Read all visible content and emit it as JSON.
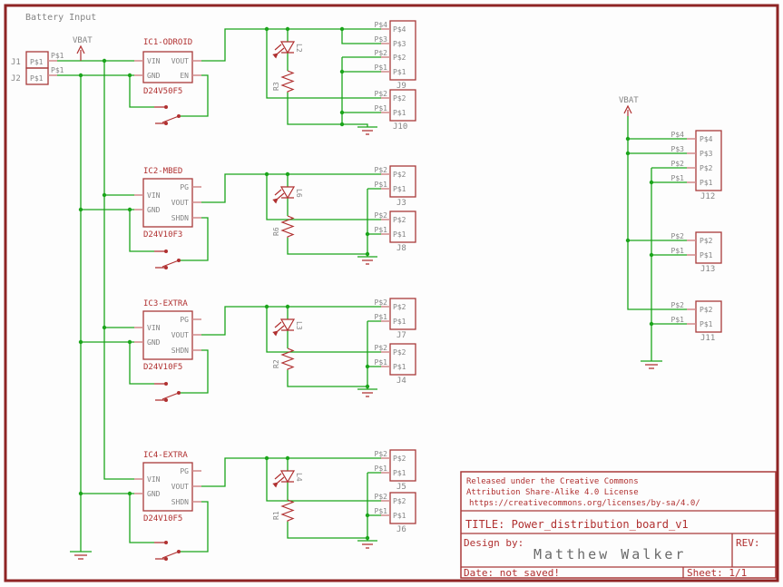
{
  "labels": {
    "battery_input": "Battery Input",
    "vbat": "VBAT"
  },
  "inputs": {
    "j1": "J1",
    "j2": "J2",
    "pin_label": "P$1"
  },
  "groups": [
    {
      "ic_name": "IC1-ODROID",
      "part": "D24V50F5",
      "pins": {
        "vin": "VIN",
        "vout": "VOUT",
        "gnd": "GND",
        "en": "EN"
      },
      "led": "L2",
      "resistor": "R3",
      "conn_top": {
        "name": "J9",
        "pins": [
          "P$4",
          "P$3",
          "P$2",
          "P$1"
        ]
      },
      "conn_bottom": {
        "name": "J10",
        "pins": [
          "P$2",
          "P$1"
        ]
      }
    },
    {
      "ic_name": "IC2-MBED",
      "part": "D24V10F3",
      "pins": {
        "pg": "PG",
        "vin": "VIN",
        "vout": "VOUT",
        "gnd": "GND",
        "shdn": "SHDN"
      },
      "led": "L6",
      "resistor": "R6",
      "conn_top": {
        "name": "J3",
        "pins": [
          "P$2",
          "P$1"
        ]
      },
      "conn_bottom": {
        "name": "J8",
        "pins": [
          "P$2",
          "P$1"
        ]
      }
    },
    {
      "ic_name": "IC3-EXTRA",
      "part": "D24V10F5",
      "pins": {
        "pg": "PG",
        "vin": "VIN",
        "vout": "VOUT",
        "gnd": "GND",
        "shdn": "SHDN"
      },
      "led": "L3",
      "resistor": "R2",
      "conn_top": {
        "name": "J7",
        "pins": [
          "P$2",
          "P$1"
        ]
      },
      "conn_bottom": {
        "name": "J4",
        "pins": [
          "P$2",
          "P$1"
        ]
      }
    },
    {
      "ic_name": "IC4-EXTRA",
      "part": "D24V10F5",
      "pins": {
        "pg": "PG",
        "vin": "VIN",
        "vout": "VOUT",
        "gnd": "GND",
        "shdn": "SHDN"
      },
      "led": "L4",
      "resistor": "R1",
      "conn_top": {
        "name": "J5",
        "pins": [
          "P$2",
          "P$1"
        ]
      },
      "conn_bottom": {
        "name": "J6",
        "pins": [
          "P$2",
          "P$1"
        ]
      }
    }
  ],
  "right_connectors": [
    {
      "name": "J12",
      "pins": [
        "P$4",
        "P$3",
        "P$2",
        "P$1"
      ]
    },
    {
      "name": "J13",
      "pins": [
        "P$2",
        "P$1"
      ]
    },
    {
      "name": "J11",
      "pins": [
        "P$2",
        "P$1"
      ]
    }
  ],
  "title_block": {
    "license_line1": "Released under the Creative Commons",
    "license_line2": "Attribution Share-Alike 4.0 License",
    "license_line3": "https://creativecommons.org/licenses/by-sa/4.0/",
    "title": "TITLE: Power_distribution_board_v1",
    "design_by": "Design by:",
    "designer": "Matthew Walker",
    "rev": "REV:",
    "date": "Date: not saved!",
    "sheet": "Sheet: 1/1"
  },
  "colors": {
    "wire_green": "#1ba51b",
    "component_red": "#a93a3a",
    "supply_red": "#b03030",
    "pin_stub": "#d18a8a",
    "text_gray": "#848484",
    "text_red": "#b03030",
    "designer_gray": "#6a6a6a",
    "frame": "#8e2424",
    "background": "#fdfdfd"
  }
}
